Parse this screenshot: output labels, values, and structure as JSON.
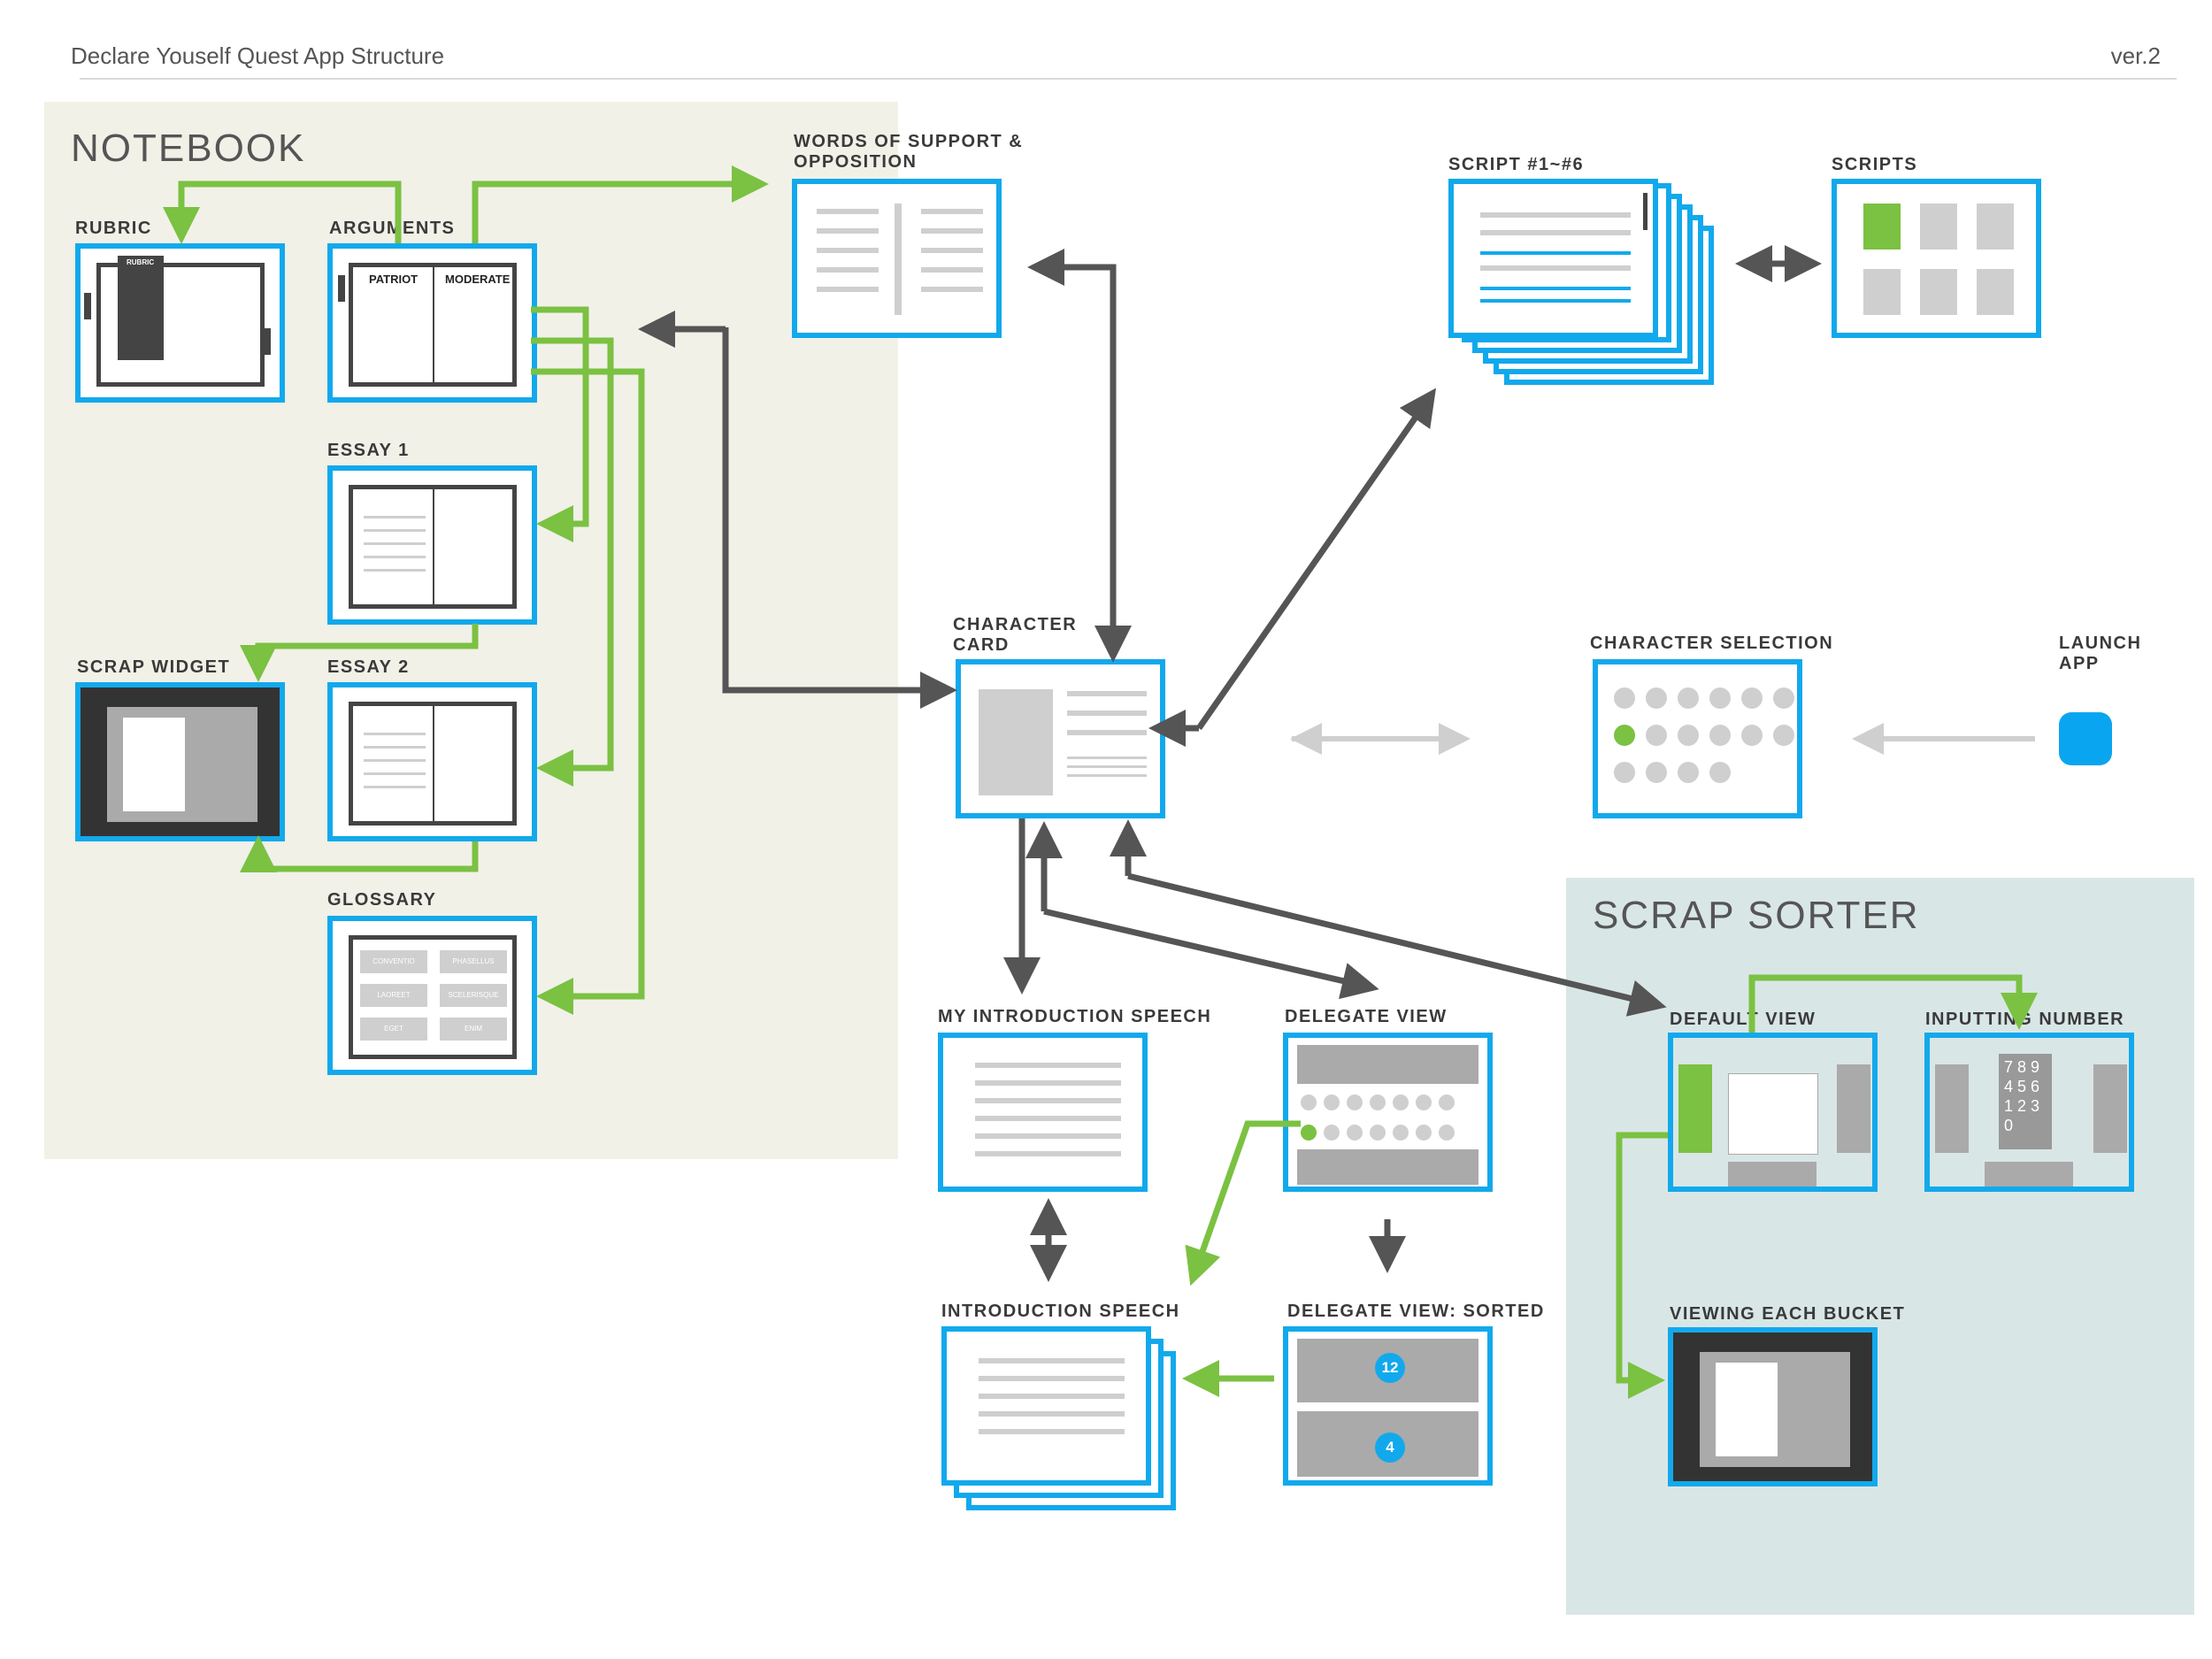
{
  "header": {
    "title": "Declare Youself Quest App Structure",
    "version": "ver.2"
  },
  "regions": {
    "notebook": "NOTEBOOK",
    "scrap_sorter": "SCRAP SORTER"
  },
  "labels": {
    "rubric": "RUBRIC",
    "arguments": "ARGUMENTS",
    "words_support_1": "WORDS OF SUPPORT &",
    "words_support_2": "OPPOSITION",
    "essay1": "ESSAY 1",
    "essay2": "ESSAY 2",
    "scrap_widget": "SCRAP WIDGET",
    "glossary": "GLOSSARY",
    "character_card_1": "CHARACTER",
    "character_card_2": "CARD",
    "script_range": "SCRIPT #1~#6",
    "scripts": "SCRIPTS",
    "character_selection": "CHARACTER SELECTION",
    "launch_app_1": "LAUNCH",
    "launch_app_2": "APP",
    "my_intro_speech": "MY INTRODUCTION SPEECH",
    "delegate_view": "DELEGATE VIEW",
    "intro_speech": "INTRODUCTION SPEECH",
    "delegate_sorted": "DELEGATE VIEW: SORTED",
    "default_view": "DEFAULT VIEW",
    "inputting_number": "INPUTTING NUMBER",
    "viewing_bucket": "VIEWING EACH BUCKET"
  },
  "screens": {
    "arguments": {
      "left_tab": "PATRIOT",
      "right_tab": "MODERATE"
    },
    "rubric": {
      "tab": "RUBRIC"
    },
    "glossary": {
      "terms": [
        "CONVENTIO",
        "PHASELLUS",
        "LAOREET",
        "SCELERISQUE",
        "EGET",
        "ENIM"
      ]
    },
    "delegate_sorted": {
      "badge_top": "12",
      "badge_bottom": "4"
    },
    "inputting_number": {
      "row1": "7 8 9",
      "row2": "4 5 6",
      "row3": "1 2 3",
      "row4": "0"
    }
  },
  "colors": {
    "blue": "#12a9ec",
    "green": "#7bc142",
    "arrow_gray": "#555555",
    "light_gray": "#cfcfcf",
    "notebook_bg": "#f1f1e8",
    "scrap_bg": "#d9e6e6"
  }
}
